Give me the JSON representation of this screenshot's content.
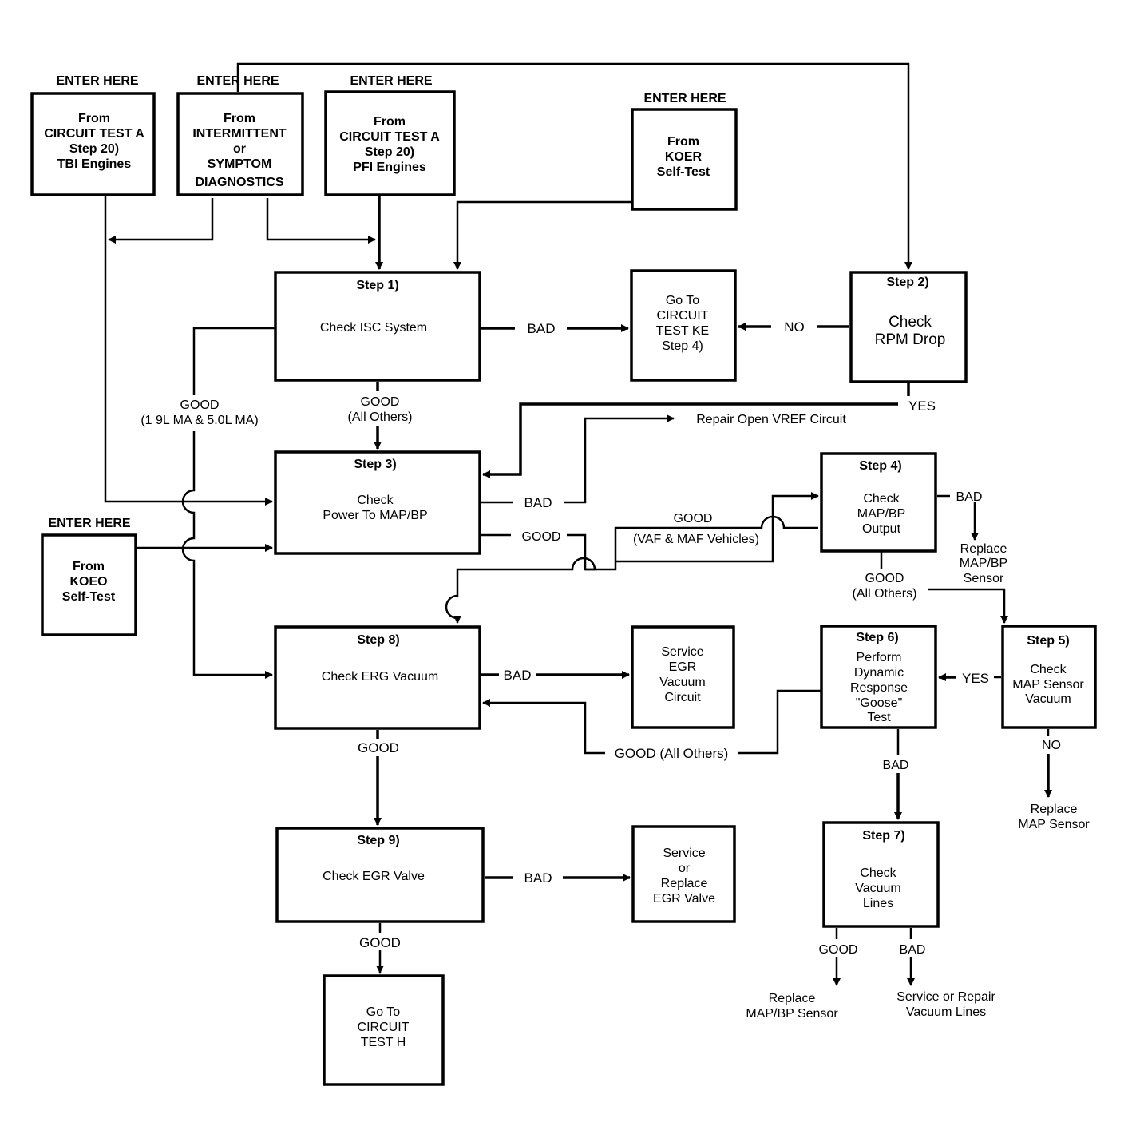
{
  "entries": {
    "enter_label": "ENTER HERE",
    "tbi": [
      "From",
      "CIRCUIT TEST A",
      "Step 20)",
      "TBI Engines"
    ],
    "intermittent": [
      "From",
      "INTERMITTENT",
      "or",
      "SYMPTOM",
      "DIAGNOSTICS"
    ],
    "pfi": [
      "From",
      "CIRCUIT TEST A",
      "Step 20)",
      "PFI Engines"
    ],
    "koer": [
      "From",
      "KOER",
      "Self-Test"
    ],
    "koeo": [
      "From",
      "KOEO",
      "Self-Test"
    ]
  },
  "steps": {
    "step1": {
      "title": "Step 1)",
      "text": [
        "Check ISC System"
      ]
    },
    "step2": {
      "title": "Step 2)",
      "text": [
        "Check",
        "RPM Drop"
      ]
    },
    "step3": {
      "title": "Step 3)",
      "text": [
        "Check",
        "Power To MAP/BP"
      ]
    },
    "step4": {
      "title": "Step 4)",
      "text": [
        "Check",
        "MAP/BP",
        "Output"
      ]
    },
    "step5": {
      "title": "Step 5)",
      "text": [
        "Check",
        "MAP Sensor",
        "Vacuum"
      ]
    },
    "step6": {
      "title": "Step 6)",
      "text": [
        "Perform",
        "Dynamic",
        "Response",
        "\"Goose\"",
        "Test"
      ]
    },
    "step7": {
      "title": "Step 7)",
      "text": [
        "Check",
        "Vacuum",
        "Lines"
      ]
    },
    "step8": {
      "title": "Step 8)",
      "text": [
        "Check ERG Vacuum"
      ]
    },
    "step9": {
      "title": "Step 9)",
      "text": [
        "Check EGR Valve"
      ]
    }
  },
  "results": {
    "goto_ke": [
      "Go To",
      "CIRCUIT",
      "TEST KE",
      "Step 4)"
    ],
    "service_egr_vac": [
      "Service",
      "EGR",
      "Vacuum",
      "Circuit"
    ],
    "service_egr_valve": [
      "Service",
      "or",
      "Replace",
      "EGR Valve"
    ],
    "goto_h": [
      "Go To",
      "CIRCUIT",
      "TEST H"
    ],
    "repair_vref": "Repair Open VREF Circuit",
    "replace_mapbp_sensor_4": [
      "Replace",
      "MAP/BP",
      "Sensor"
    ],
    "replace_map_sensor_5": [
      "Replace",
      "MAP Sensor"
    ],
    "replace_mapbp_sensor_7": [
      "Replace",
      "MAP/BP Sensor"
    ],
    "repair_vacuum_lines": [
      "Service or Repair",
      "Vacuum Lines"
    ]
  },
  "labels": {
    "bad": "BAD",
    "no": "NO",
    "yes": "YES",
    "good": "GOOD",
    "good_19_50": [
      "GOOD",
      "(1 9L MA & 5.0L MA)"
    ],
    "good_all_others": [
      "GOOD",
      "(All Others)"
    ],
    "good_vaf_maf": [
      "GOOD",
      "(VAF & MAF Vehicles)"
    ],
    "good_all_others_inline": "GOOD (All Others)"
  }
}
